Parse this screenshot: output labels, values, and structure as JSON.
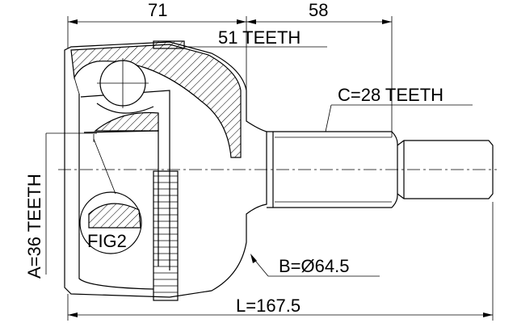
{
  "dimensions": {
    "d71": "71",
    "d58": "58",
    "outer_teeth": "51 TEETH",
    "c_teeth": "C=28 TEETH",
    "a_teeth": "A=36 TEETH",
    "b_diameter": "B=Ø64.5",
    "length": "L=167.5",
    "fig": "FIG2"
  }
}
